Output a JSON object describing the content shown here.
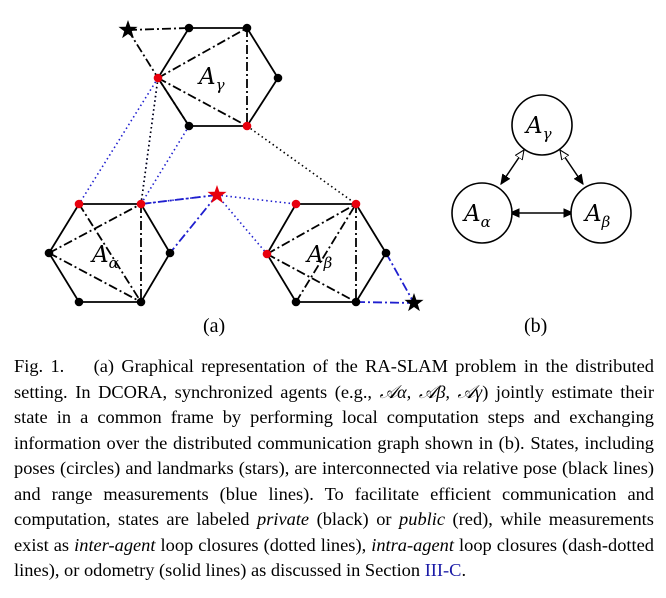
{
  "figure": {
    "sublabels": {
      "a": "(a)",
      "b": "(b)"
    },
    "agents": {
      "gamma": {
        "script": "A",
        "sub": "γ"
      },
      "alpha": {
        "script": "A",
        "sub": "α"
      },
      "beta": {
        "script": "A",
        "sub": "β"
      }
    }
  },
  "caption": {
    "fig_label": "Fig. 1.",
    "p1": "(a) Graphical representation of the RA-SLAM problem in the distributed setting. In DCORA, synchronized agents (e.g.,",
    "agents_list": "𝒜α, 𝒜β, 𝒜γ",
    "p2": ") jointly estimate their state in a common frame by performing local computation steps and exchanging information over the distributed communication graph shown in (b). States, including poses (circles) and landmarks (stars), are interconnected via relative pose (black lines) and range measurements (blue lines). To facilitate efficient communication and computation, states are labeled",
    "private": "private",
    "p3": "(black) or",
    "public": "public",
    "p4": "(red), while measurements exist as",
    "inter": "inter-agent",
    "p5": "loop closures (dotted lines),",
    "intra": "intra-agent",
    "p6": "loop closures (dash-dotted lines), or odometry (solid lines) as discussed in Section",
    "section_ref": "III-C",
    "p7": "."
  },
  "colors": {
    "public": "#e8000d",
    "range": "#1f1fcf",
    "private": "#000000"
  }
}
